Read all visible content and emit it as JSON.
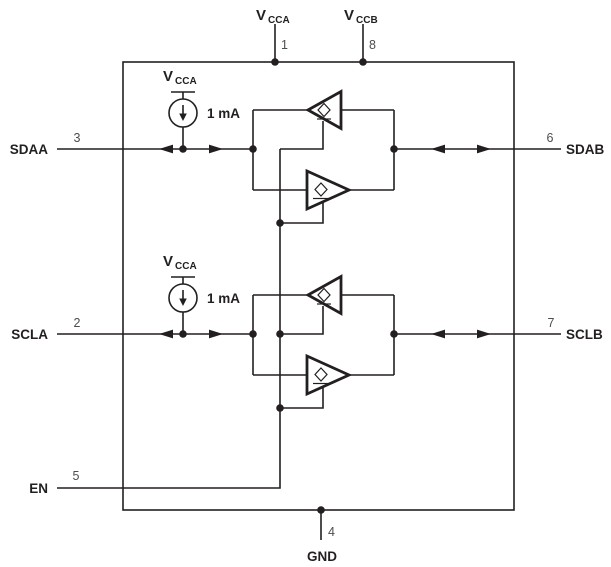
{
  "colors": {
    "line": "#231f20",
    "label_text": "#231f20",
    "pin_number_text": "#4d4d4f",
    "background": "#ffffff"
  },
  "chip": {
    "top_pins": [
      {
        "label_main": "V",
        "label_sub": "CCA",
        "number": "1"
      },
      {
        "label_main": "V",
        "label_sub": "CCB",
        "number": "8"
      }
    ],
    "left_pins": [
      {
        "label": "SDAA",
        "number": "3"
      },
      {
        "label": "SCLA",
        "number": "2"
      },
      {
        "label": "EN",
        "number": "5"
      }
    ],
    "right_pins": [
      {
        "label": "SDAB",
        "number": "6"
      },
      {
        "label": "SCLB",
        "number": "7"
      }
    ],
    "bottom_pin": {
      "label": "GND",
      "number": "4"
    },
    "channels": [
      {
        "supply_main": "V",
        "supply_sub": "CCA",
        "current_label": "1 mA"
      },
      {
        "supply_main": "V",
        "supply_sub": "CCA",
        "current_label": "1 mA"
      }
    ]
  }
}
